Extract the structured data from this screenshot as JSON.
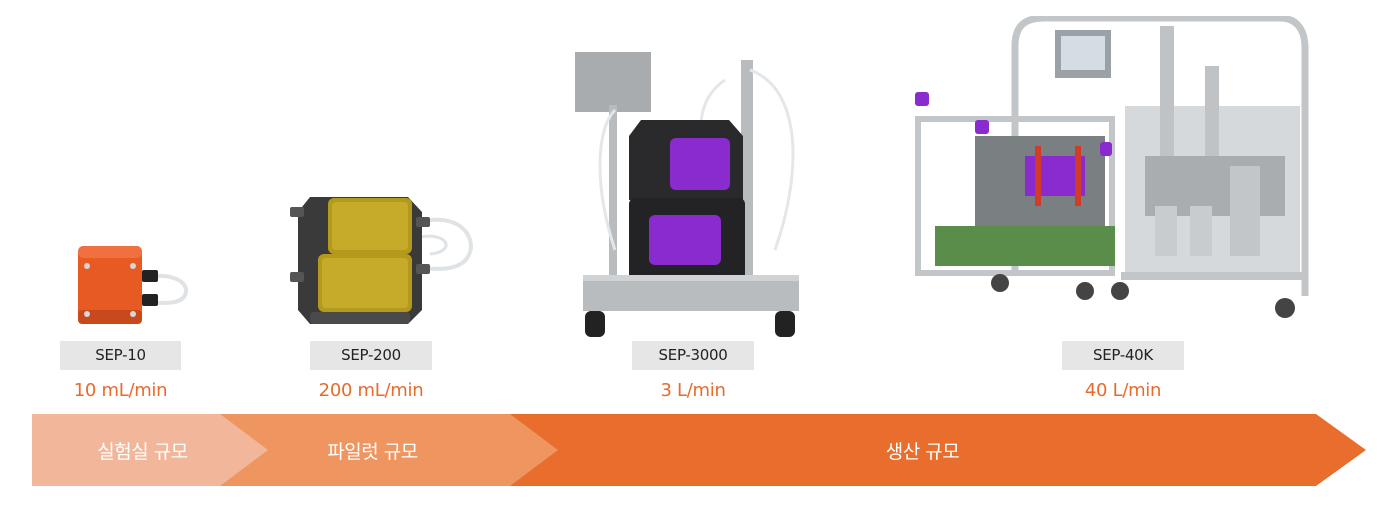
{
  "products": [
    {
      "model": "SEP-10",
      "flow_rate": "10 mL/min"
    },
    {
      "model": "SEP-200",
      "flow_rate": "200 mL/min"
    },
    {
      "model": "SEP-3000",
      "flow_rate": "3 L/min"
    },
    {
      "model": "SEP-40K",
      "flow_rate": "40 L/min"
    }
  ],
  "stages": [
    {
      "label": "실험실 규모",
      "color": "#f2b79a"
    },
    {
      "label": "파일럿 규모",
      "color": "#ee9560"
    },
    {
      "label": "생산 규모",
      "color": "#e96d2d"
    }
  ],
  "colors": {
    "label_bg": "#e6e6e6",
    "flow_text": "#e66b2c",
    "device_orange": "#e85a24",
    "device_gold": "#b49a1c",
    "device_purple": "#8a2bd0",
    "frame_steel": "#b8bcbf"
  }
}
